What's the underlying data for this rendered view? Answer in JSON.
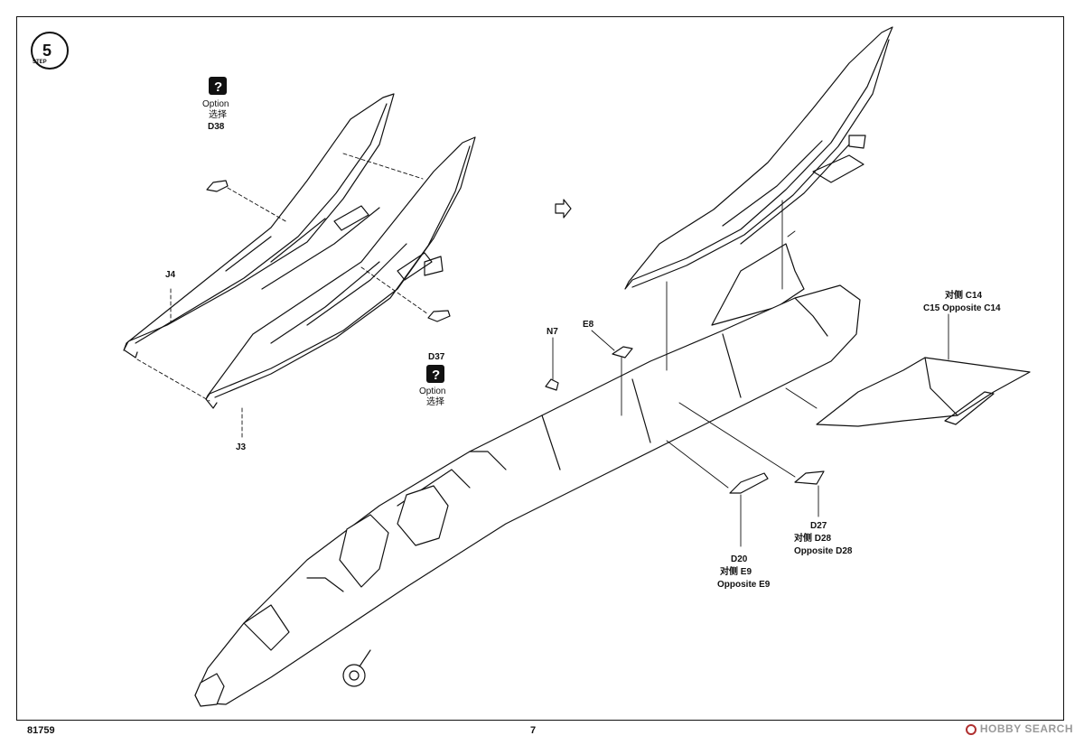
{
  "step": {
    "number": "5",
    "word": "STEP"
  },
  "options": {
    "top": {
      "label_en": "Option",
      "label_zh": "选择",
      "part": "D38"
    },
    "bottom": {
      "label_en": "Option",
      "label_zh": "选择",
      "part": "D37"
    }
  },
  "labels": {
    "j4": "J4",
    "j3": "J3",
    "n7": "N7",
    "e8": "E8",
    "c14": "对侧 C14",
    "c15": "C15  Opposite C14",
    "d27": "D27",
    "d28_zh": "对侧 D28",
    "d28_en": "Opposite D28",
    "d20": "D20",
    "e9_zh": "对侧 E9",
    "e9_en": "Opposite E9"
  },
  "footer": {
    "kit_number": "81759",
    "page_number": "7",
    "watermark": "HOBBY SEARCH"
  }
}
